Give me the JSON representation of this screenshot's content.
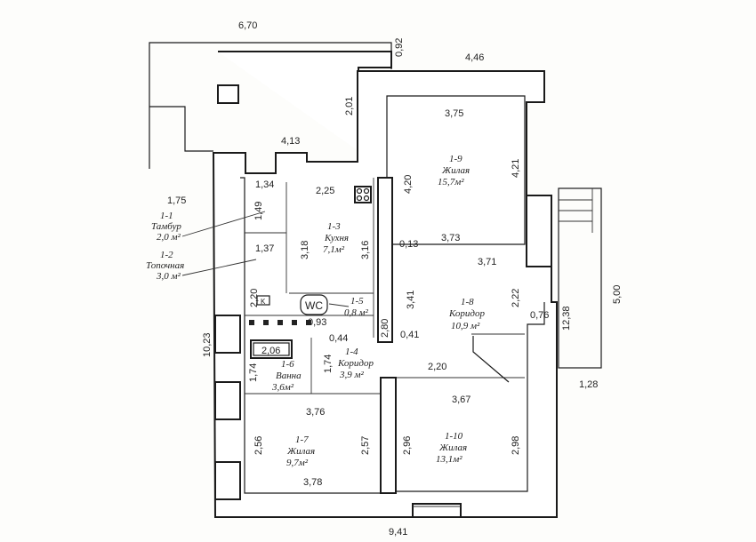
{
  "dimensions": {
    "top_total": "6,70",
    "top_right_offset": "0,92",
    "top_right_width": "4,46",
    "porch_width": "4,13",
    "wall_2_01": "2,01",
    "tambur_width": "1,34",
    "kitchen_width": "2,25",
    "left_1_75": "1,75",
    "tambur_depth": "1,49",
    "kitchen_depth_left": "3,18",
    "kitchen_depth_right": "3,16",
    "boiler_width": "1,37",
    "boiler_depth": "2,20",
    "wc_width": "0,93",
    "wc_depth": "0,44",
    "bath_width": "2,06",
    "bath_depth": "1,74",
    "corridor_depth": "1,74",
    "corridor_2_80": "2,80",
    "corridor_0_41": "0,41",
    "room9_width": "3,75",
    "room9_depth_left": "4,20",
    "room9_depth_right": "4,21",
    "room9_bottom": "3,73",
    "room9_opening": "0,13",
    "corridor8_width": "3,71",
    "corridor8_depth": "3,41",
    "corridor8_right": "2,22",
    "corridor8_step": "0,76",
    "door_2_20": "2,20",
    "room10_width": "3,67",
    "room10_depth_left": "2,96",
    "room10_depth_right": "2,98",
    "room7_width_top": "3,76",
    "room7_width_bottom": "3,78",
    "room7_depth_left": "2,56",
    "room7_depth_right": "2,57",
    "left_total": "10,23",
    "right_total": "12,38",
    "porch_right": "5,00",
    "porch_small": "1,28",
    "bottom_total": "9,41",
    "wc_symbol": "WC",
    "stove_symbol": "K"
  },
  "rooms": {
    "r1": {
      "code": "1-1",
      "name": "Тамбур",
      "area": "2,0 м²"
    },
    "r2": {
      "code": "1-2",
      "name": "Топочная",
      "area": "3,0 м²"
    },
    "r3": {
      "code": "1-3",
      "name": "Кухня",
      "area": "7,1м²"
    },
    "r4": {
      "code": "1-4",
      "name": "Коридор",
      "area": "3,9 м²"
    },
    "r5": {
      "code": "1-5",
      "area": "0,8 м²"
    },
    "r6": {
      "code": "1-6",
      "name": "Ванна",
      "area": "3,6м²"
    },
    "r7": {
      "code": "1-7",
      "name": "Жилая",
      "area": "9,7м²"
    },
    "r8": {
      "code": "1-8",
      "name": "Коридор",
      "area": "10,9 м²"
    },
    "r9": {
      "code": "1-9",
      "name": "Жилая",
      "area": "15,7м²"
    },
    "r10": {
      "code": "1-10",
      "name": "Жилая",
      "area": "13,1м²"
    }
  }
}
